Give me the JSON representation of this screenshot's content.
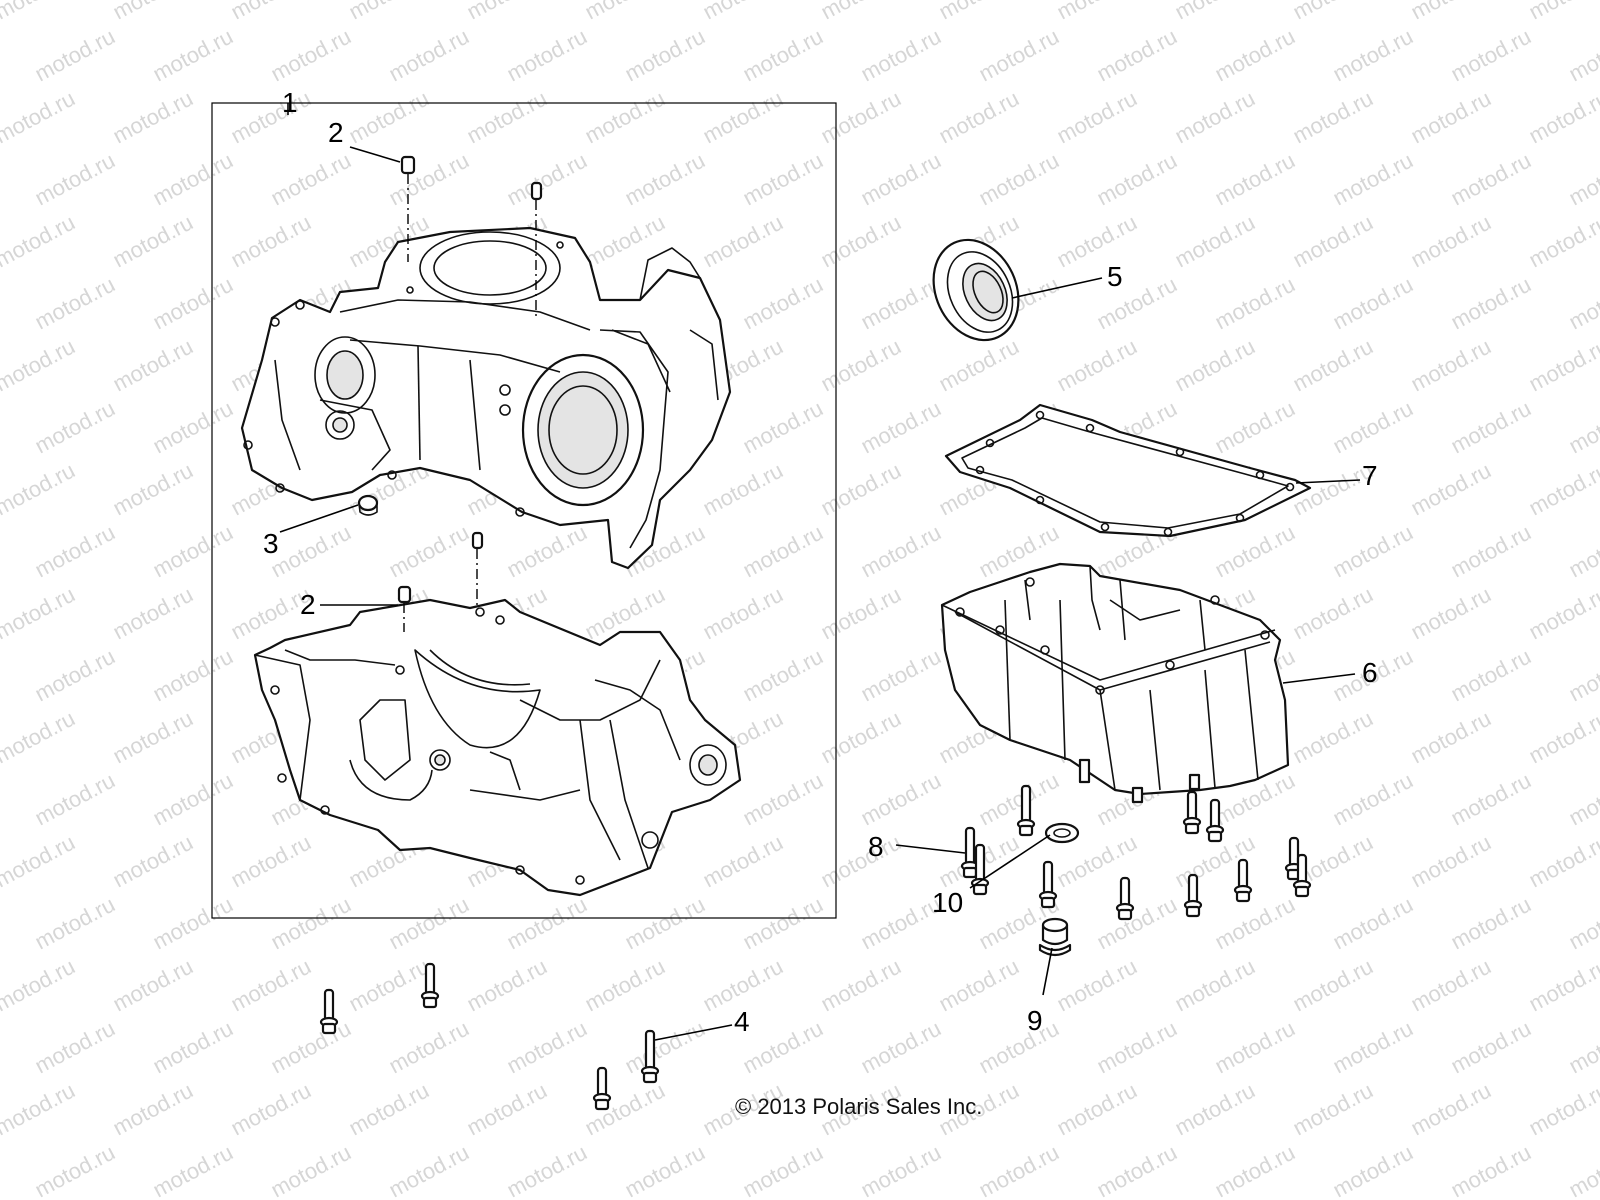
{
  "watermark": "motod.ru",
  "copyright": "© 2013 Polaris Sales Inc.",
  "callouts": [
    {
      "id": "1",
      "label": "1"
    },
    {
      "id": "2a",
      "label": "2"
    },
    {
      "id": "2b",
      "label": "2"
    },
    {
      "id": "3",
      "label": "3"
    },
    {
      "id": "4",
      "label": "4"
    },
    {
      "id": "5",
      "label": "5"
    },
    {
      "id": "6",
      "label": "6"
    },
    {
      "id": "7",
      "label": "7"
    },
    {
      "id": "8",
      "label": "8"
    },
    {
      "id": "9",
      "label": "9"
    },
    {
      "id": "10",
      "label": "10"
    }
  ]
}
